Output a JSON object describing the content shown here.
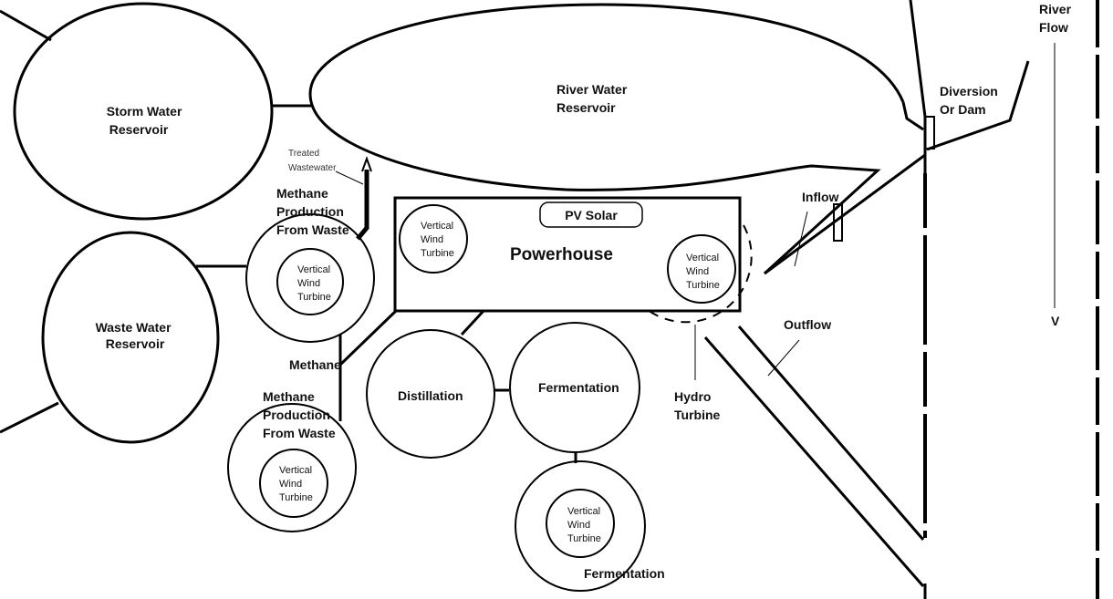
{
  "diagram": {
    "reservoirs": {
      "storm_water": [
        "Storm Water",
        "Reservoir"
      ],
      "river_water": [
        "River Water",
        "Reservoir"
      ],
      "waste_water": [
        "Waste Water",
        "Reservoir"
      ]
    },
    "treated_wastewater": [
      "Treated",
      "Wastewater"
    ],
    "methane_production_1": [
      "Methane",
      "Production",
      "From Waste"
    ],
    "methane_production_2": [
      "Methane",
      "Production",
      "From Waste"
    ],
    "methane_label": "Methane",
    "wind_turbine": [
      "Vertical",
      "Wind",
      "Turbine"
    ],
    "powerhouse": "Powerhouse",
    "pv_solar": "PV Solar",
    "distillation": "Distillation",
    "fermentation": "Fermentation",
    "fermentation_2": "Fermentation",
    "hydro_turbine": [
      "Hydro",
      "Turbine"
    ],
    "inflow": "Inflow",
    "outflow": "Outflow",
    "diversion": [
      "Diversion",
      "Or Dam"
    ],
    "river_flow": [
      "River",
      "Flow"
    ],
    "river_flow_arrow": "V"
  }
}
